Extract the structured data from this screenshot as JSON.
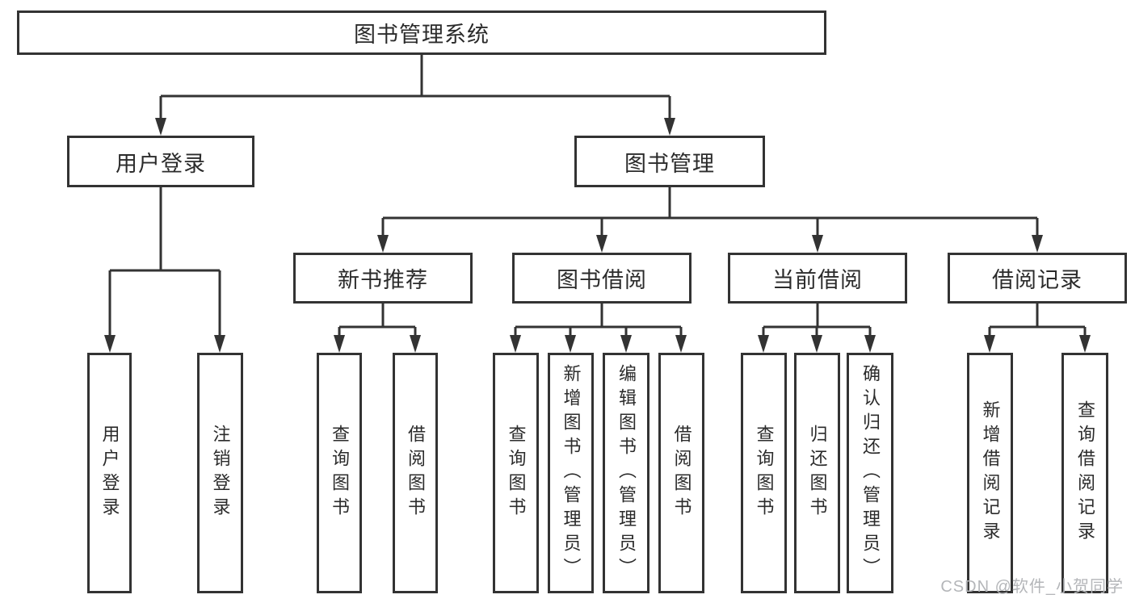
{
  "diagram": {
    "tree": {
      "label": "图书管理系统",
      "children": [
        {
          "label": "用户登录",
          "children": [
            {
              "label": "用户登录"
            },
            {
              "label": "注销登录"
            }
          ]
        },
        {
          "label": "图书管理",
          "children": [
            {
              "label": "新书推荐",
              "children": [
                {
                  "label": "查询图书"
                },
                {
                  "label": "借阅图书"
                }
              ]
            },
            {
              "label": "图书借阅",
              "children": [
                {
                  "label": "查询图书"
                },
                {
                  "label": "新增图书（管理员）"
                },
                {
                  "label": "编辑图书（管理员）"
                },
                {
                  "label": "借阅图书"
                }
              ]
            },
            {
              "label": "当前借阅",
              "children": [
                {
                  "label": "查询图书"
                },
                {
                  "label": "归还图书"
                },
                {
                  "label": "确认归还（管理员）"
                }
              ]
            },
            {
              "label": "借阅记录",
              "children": [
                {
                  "label": "新增借阅记录"
                },
                {
                  "label": "查询借阅记录"
                }
              ]
            }
          ]
        }
      ]
    }
  },
  "watermark": {
    "text": "CSDN @软件_小贺同学",
    "color": "#b4b6b9"
  },
  "colors": {
    "line": "#333333",
    "box_border": "#333333",
    "text": "#2b2b2b",
    "background": "#ffffff"
  }
}
